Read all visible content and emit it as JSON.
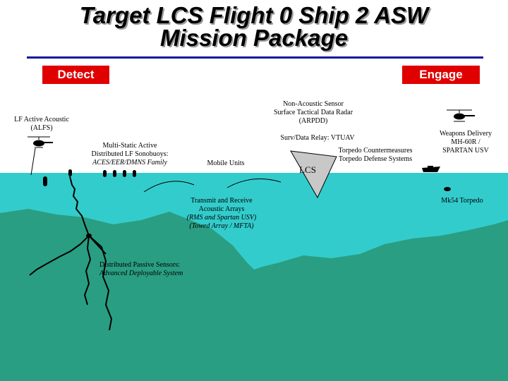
{
  "title": {
    "line1": "Target LCS Flight 0 Ship 2 ASW",
    "line2": "Mission Package"
  },
  "buttons": {
    "detect": "Detect",
    "engage": "Engage"
  },
  "labels": {
    "lf_active_1": "LF Active Acoustic",
    "lf_active_2": "(ALFS)",
    "nonacoustic_1": "Non-Acoustic Sensor",
    "nonacoustic_2": "Surface Tactical Data Radar",
    "nonacoustic_3": "(ARPDD)",
    "surv_relay": "Surv/Data Relay:  VTUAV",
    "multistatic_1": "Multi-Static Active",
    "multistatic_2": "Distributed LF Sonobuoys:",
    "multistatic_3": "ACES/EER/DMNS Family",
    "mobile_units": "Mobile Units",
    "lcs": "LCS",
    "torpedo_cm_1": "Torpedo Countermeasures",
    "torpedo_cm_2": "Torpedo Defense Systems",
    "weapons_1": "Weapons Delivery",
    "weapons_2": "MH-60R /",
    "weapons_3": "SPARTAN USV",
    "transmit_1": "Transmit and Receive",
    "transmit_2": "Acoustic Arrays",
    "transmit_3": "(RMS and Spartan USV)",
    "transmit_4": "(Towed Array / MFTA)",
    "mk54": "Mk54 Torpedo",
    "passive_1": "Distributed Passive Sensors:",
    "passive_2": "Advanced Deployable System"
  },
  "colors": {
    "sea": "#33cccc",
    "seafloor": "#2a9e82",
    "title_rule": "#1414a0",
    "button": "#e00000",
    "ship": "#c8c8c8"
  },
  "icons": {
    "helicopter": "helicopter-icon",
    "sonobuoy": "sonobuoy-icon",
    "ship": "ship-icon",
    "torpedo": "torpedo-icon"
  }
}
